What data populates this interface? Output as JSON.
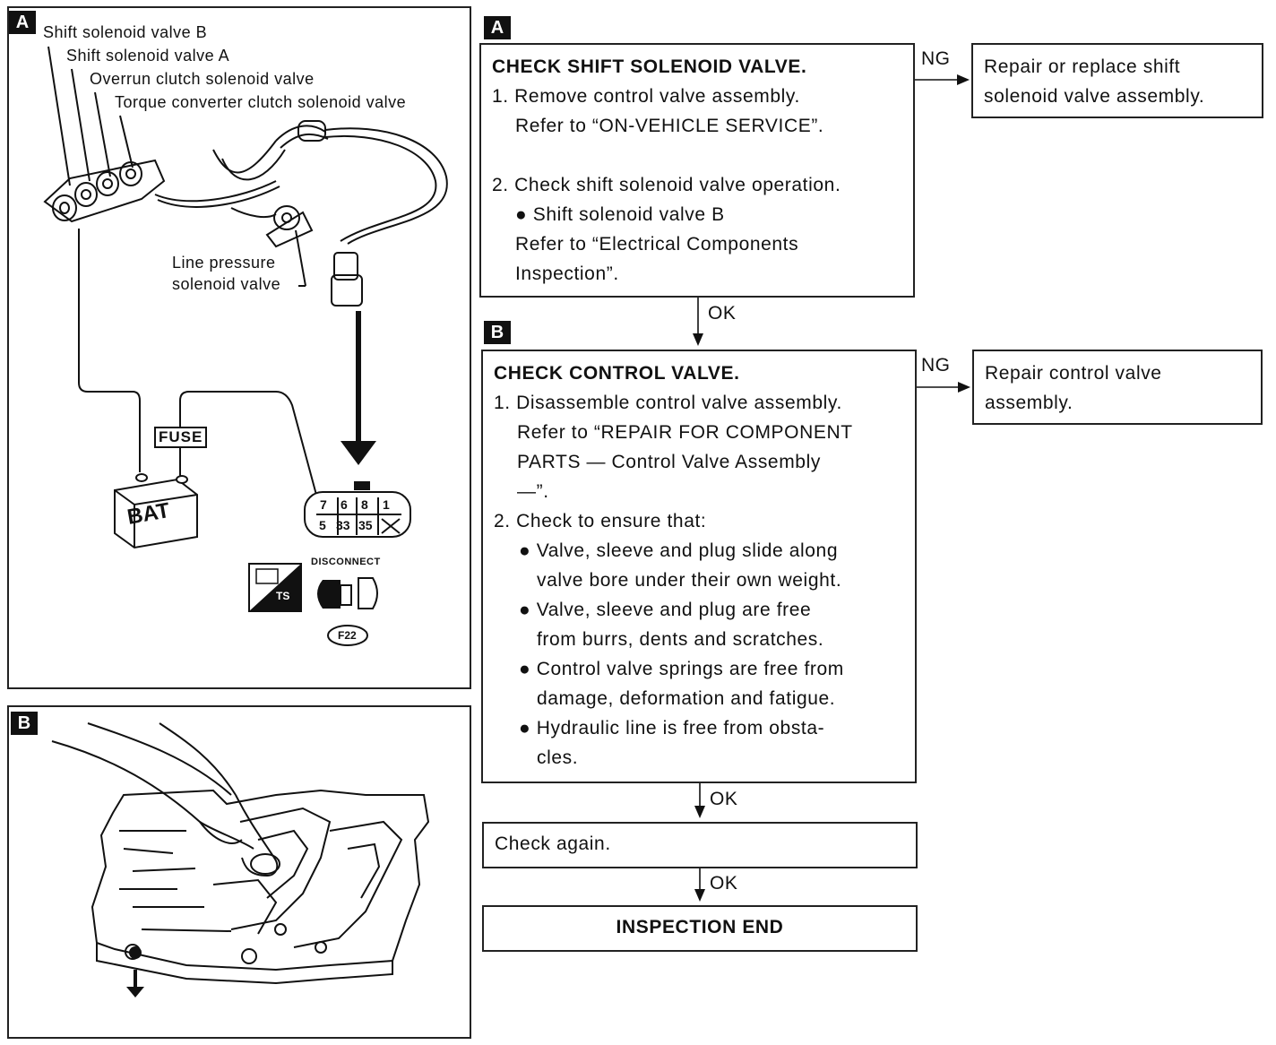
{
  "left_panel_a": {
    "tag": "A",
    "labels": {
      "shift_b": "Shift solenoid valve B",
      "shift_a": "Shift solenoid valve A",
      "overrun": "Overrun clutch solenoid valve",
      "torque": "Torque converter clutch solenoid valve",
      "line_pressure_1": "Line pressure",
      "line_pressure_2": "solenoid valve"
    },
    "fuse": "FUSE",
    "battery": "BAT",
    "connector_pins_top": [
      "7",
      "6",
      "8",
      "1"
    ],
    "connector_pins_bottom": [
      "5",
      "33",
      "35"
    ],
    "ts_icon_text": "TS",
    "disconnect": "DISCONNECT",
    "connector_code": "F22"
  },
  "left_panel_b": {
    "tag": "B"
  },
  "flow": {
    "tag_a": "A",
    "tag_b": "B",
    "check_shift": {
      "title": "CHECK SHIFT SOLENOID VALVE.",
      "lines": [
        "1. Remove control valve assembly.",
        "Refer to “ON-VEHICLE SERVICE”.",
        "2. Check shift solenoid valve operation.",
        "● Shift solenoid valve B",
        "Refer to “Electrical Components",
        "Inspection”."
      ]
    },
    "ng_1": "NG",
    "repair_1": [
      "Repair or replace shift",
      "solenoid valve assembly."
    ],
    "ok_1": "OK",
    "check_control": {
      "title": "CHECK CONTROL VALVE.",
      "step1": [
        "1. Disassemble control valve assembly.",
        "Refer to “REPAIR FOR COMPONENT",
        "PARTS — Control Valve Assembly",
        "—”."
      ],
      "step2": "2. Check to ensure that:",
      "bullets": [
        [
          "Valve, sleeve and plug slide along",
          "valve bore under their own weight."
        ],
        [
          "Valve, sleeve and plug are free",
          "from burrs, dents and scratches."
        ],
        [
          "Control valve springs are free from",
          "damage, deformation and fatigue."
        ],
        [
          "Hydraulic line is free from obsta-",
          "cles."
        ]
      ]
    },
    "ng_2": "NG",
    "repair_2": [
      "Repair control valve",
      "assembly."
    ],
    "ok_2": "OK",
    "check_again": "Check again.",
    "ok_3": "OK",
    "end": "INSPECTION END"
  }
}
